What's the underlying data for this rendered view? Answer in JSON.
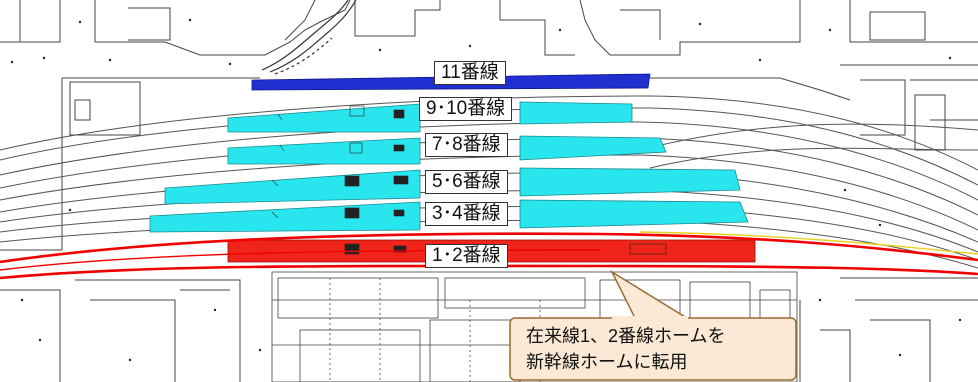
{
  "platforms": [
    {
      "id": "p11",
      "label": "11番線",
      "color": "#1f2fd0"
    },
    {
      "id": "p910",
      "label": "9･10番線",
      "color": "#29e6ee"
    },
    {
      "id": "p78",
      "label": "7･8番線",
      "color": "#29e6ee"
    },
    {
      "id": "p56",
      "label": "5･6番線",
      "color": "#29e6ee"
    },
    {
      "id": "p34",
      "label": "3･4番線",
      "color": "#29e6ee"
    },
    {
      "id": "p12",
      "label": "1･2番線",
      "color": "#f02418"
    }
  ],
  "callout": {
    "line1": "在来線1、2番線ホームを",
    "line2": "新幹線ホームに転用",
    "bg": "#fbe9d6",
    "border": "#9a6b2e"
  },
  "colors": {
    "track": "#555555",
    "building_outline": "#444444",
    "shinkansen_line": "#f00000",
    "accent_yellow": "#e8d21a"
  }
}
